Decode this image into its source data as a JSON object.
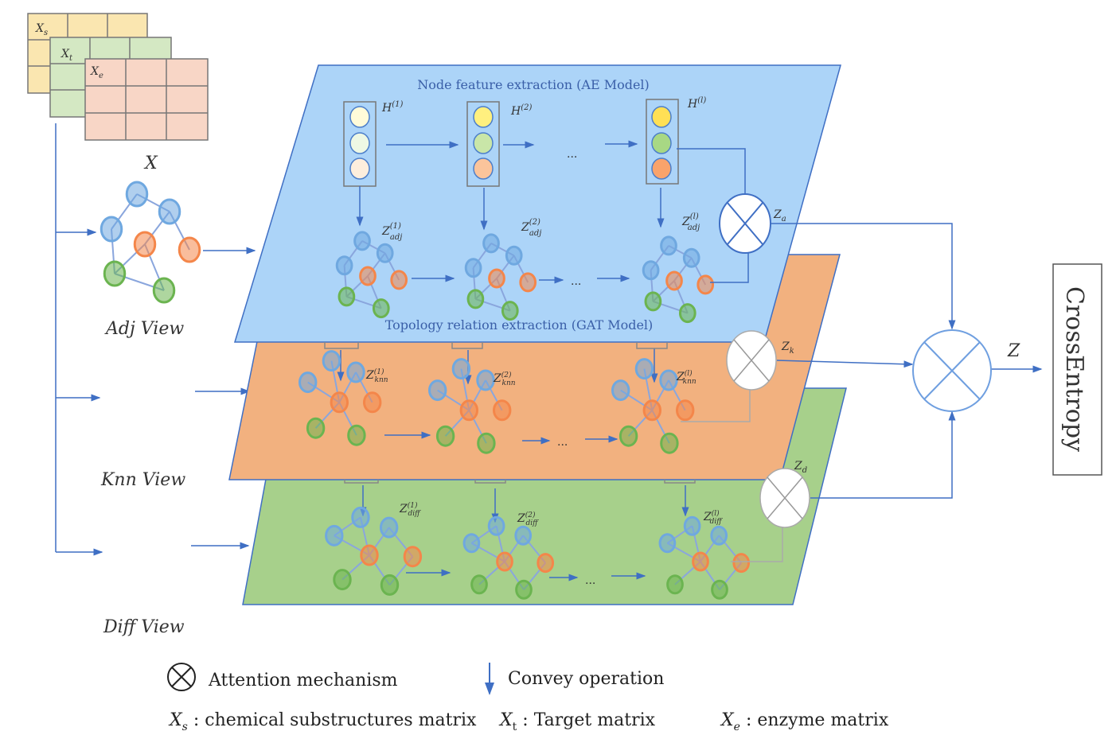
{
  "matrices": {
    "xs": "X",
    "xs_sub": "s",
    "xt": "X",
    "xt_sub": "t",
    "xe": "X",
    "xe_sub": "e",
    "x_label": "X"
  },
  "views": {
    "adj": "Adj View",
    "knn": "Knn View",
    "diff": "Diff View"
  },
  "planes": {
    "ae_title": "Node feature extraction  (AE Model)",
    "gat_title": "Topology relation extraction  (GAT Model)",
    "colors": {
      "blue": "#acd4f8",
      "orange": "#f2b17f",
      "green": "#a7d08b"
    }
  },
  "layers": {
    "h": [
      "H",
      "H",
      "H"
    ],
    "h_sup": [
      "(1)",
      "(2)",
      "(l)"
    ],
    "z_adj_sup": [
      "(1)",
      "(2)",
      "(l)"
    ],
    "z_adj_sub": "adj",
    "z_knn_sup": [
      "(1)",
      "(2)",
      "(l)"
    ],
    "z_knn_sub": "knn",
    "z_diff_sup": [
      "(1)",
      "(2)",
      "(l)"
    ],
    "z_diff_sub": "diff",
    "z": "Z",
    "ellipsis": "..."
  },
  "attention": {
    "za": "a",
    "zk": "k",
    "zd": "d",
    "z_final": "Z"
  },
  "output": {
    "label": "CrossEntropy"
  },
  "legend": {
    "attention": "Attention mechanism",
    "convey": "Convey operation",
    "xs_desc": " : chemical substructures matrix",
    "xt_desc": " : Target matrix",
    "xe_desc": " :  enzyme matrix",
    "x": "X",
    "s": "s",
    "t": "t",
    "e": "e"
  },
  "node_colors": {
    "blue": "#6fa8e0",
    "orange": "#f4864a",
    "green": "#6bb450"
  }
}
